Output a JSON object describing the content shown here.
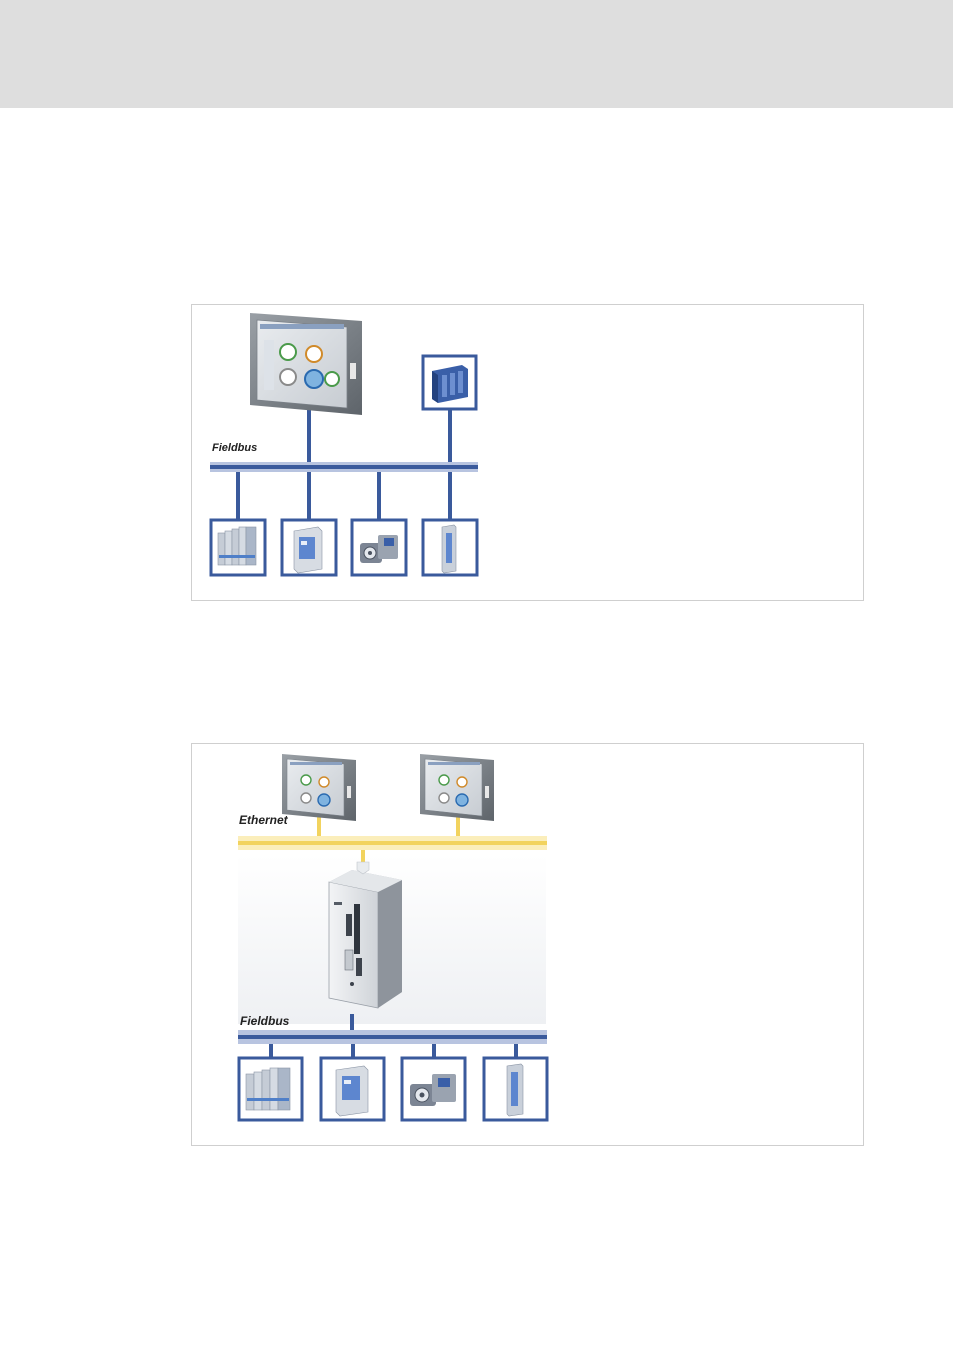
{
  "colors": {
    "fieldbus": "#3a5a9c",
    "fieldbus_light": "#b8c4e0",
    "ethernet": "#f2d35e",
    "ethernet_light": "#fbeebb",
    "device_frame": "#3a5a9c",
    "header_band": "#dedede"
  },
  "figure1": {
    "bus_label": "Fieldbus",
    "top_devices": [
      "panel-pc-icon",
      "controller-rack-icon"
    ],
    "field_devices": [
      "io-system-icon",
      "inverter-icon",
      "motor-gearbox-icon",
      "servo-drive-icon"
    ]
  },
  "figure2": {
    "ethernet_label": "Ethernet",
    "bus_label": "Fieldbus",
    "top_devices": [
      "panel-pc-icon",
      "panel-pc-icon"
    ],
    "controller": "cabinet-controller-icon",
    "field_devices": [
      "io-system-icon",
      "inverter-icon",
      "motor-gearbox-icon",
      "servo-drive-icon"
    ]
  }
}
